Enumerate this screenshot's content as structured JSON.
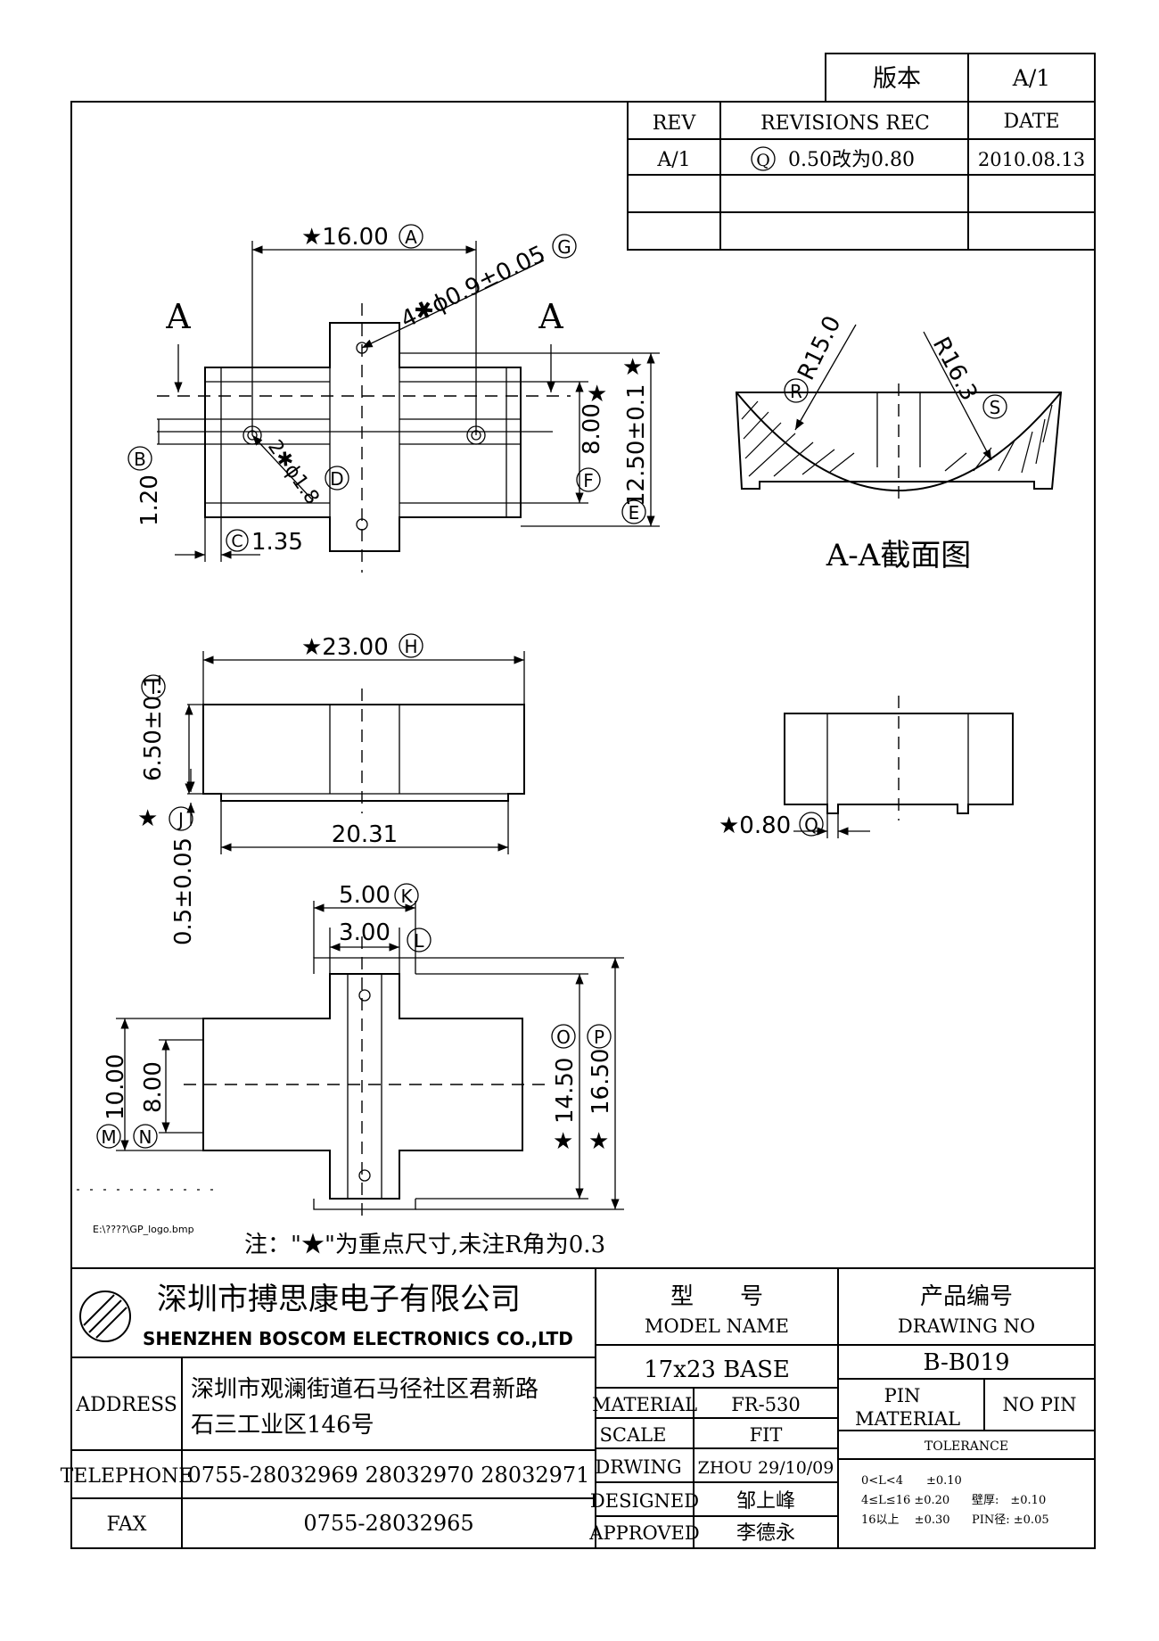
{
  "version_box": {
    "label": "版本",
    "value": "A/1"
  },
  "revision_table": {
    "headers": [
      "REV",
      "REVISIONS REC",
      "DATE"
    ],
    "rows": [
      {
        "rev": "A/1",
        "marker": "Q",
        "text": "0.50改为0.80",
        "date": "2010.08.13"
      }
    ]
  },
  "top_view": {
    "dim_16": "★16.00",
    "label_16": "A",
    "dim_hole": "4✱ϕ0.9±0.05",
    "label_hole": "G",
    "section_marks": [
      "A",
      "A"
    ],
    "dim_8": "8.00",
    "label_8": "F",
    "dim_12_5": "12.50±0.1",
    "label_12_5": "E",
    "dim_1_2": "1.20",
    "label_1_2": "B",
    "dim_2phi": "2✱ϕ1.8",
    "label_2phi": "D",
    "dim_1_35": "1.35",
    "label_1_35": "C",
    "star": "★"
  },
  "section_view": {
    "r1": "R15.0",
    "r1_label": "R",
    "r2": "R16.3",
    "r2_label": "S",
    "caption": "A-A截面图"
  },
  "front_view": {
    "dim_23": "★23.00",
    "label_23": "H",
    "dim_6_5": "6.50±0.1",
    "label_6_5": "I",
    "dim_20_31": "20.31",
    "dim_0_5": "0.5±0.05",
    "label_0_5": "J",
    "star": "★"
  },
  "side_view": {
    "dim_0_8": "★0.80",
    "label_0_8": "Q"
  },
  "bottom_view": {
    "dim_5": "5.00",
    "label_5": "K",
    "dim_3": "3.00",
    "label_3": "L",
    "dim_10": "10.00",
    "label_10": "M",
    "dim_8": "8.00",
    "label_8": "N",
    "dim_14_5": "14.50",
    "label_14_5": "O",
    "dim_16_5": "16.50",
    "label_16_5": "P",
    "star": "★"
  },
  "logo_path": "E:\\????\\GP_logo.bmp",
  "note": "注：\"★\"为重点尺寸,未注R角为0.3",
  "title_block": {
    "company_cn": "深圳市搏思康电子有限公司",
    "company_en": "SHENZHEN BOSCOM ELECTRONICS CO.,LTD",
    "address_label": "ADDRESS",
    "address_line1": "深圳市观澜街道石马径社区君新路",
    "address_line2": "石三工业区146号",
    "telephone_label": "TELEPHONE",
    "telephone": "0755-28032969 28032970 28032971",
    "fax_label": "FAX",
    "fax": "0755-28032965",
    "model_cn": "型　　号",
    "model_en": "MODEL NAME",
    "model_value": "17x23 BASE",
    "drawing_cn": "产品编号",
    "drawing_en": "DRAWING NO",
    "drawing_value": "B-B019",
    "material_label": "MATERIAL",
    "material_value": "FR-530",
    "scale_label": "SCALE",
    "scale_value": "FIT",
    "drwing_label": "DRWING",
    "drwing_value": "ZHOU 29/10/09",
    "designed_label": "DESIGNED",
    "designed_value": "邹上峰",
    "approved_label": "APPROVED",
    "approved_value": "李德永",
    "pin_material_label1": "PIN",
    "pin_material_label2": "MATERIAL",
    "pin_material_value": "NO PIN",
    "tolerance_label": "TOLERANCE",
    "tol_row1": "0<L<4　　±0.10",
    "tol_row2a": "4≤L≤16 ±0.20",
    "tol_row2b": "壁厚:　±0.10",
    "tol_row3a": "16以上　 ±0.30",
    "tol_row3b": "PIN径: ±0.05"
  }
}
